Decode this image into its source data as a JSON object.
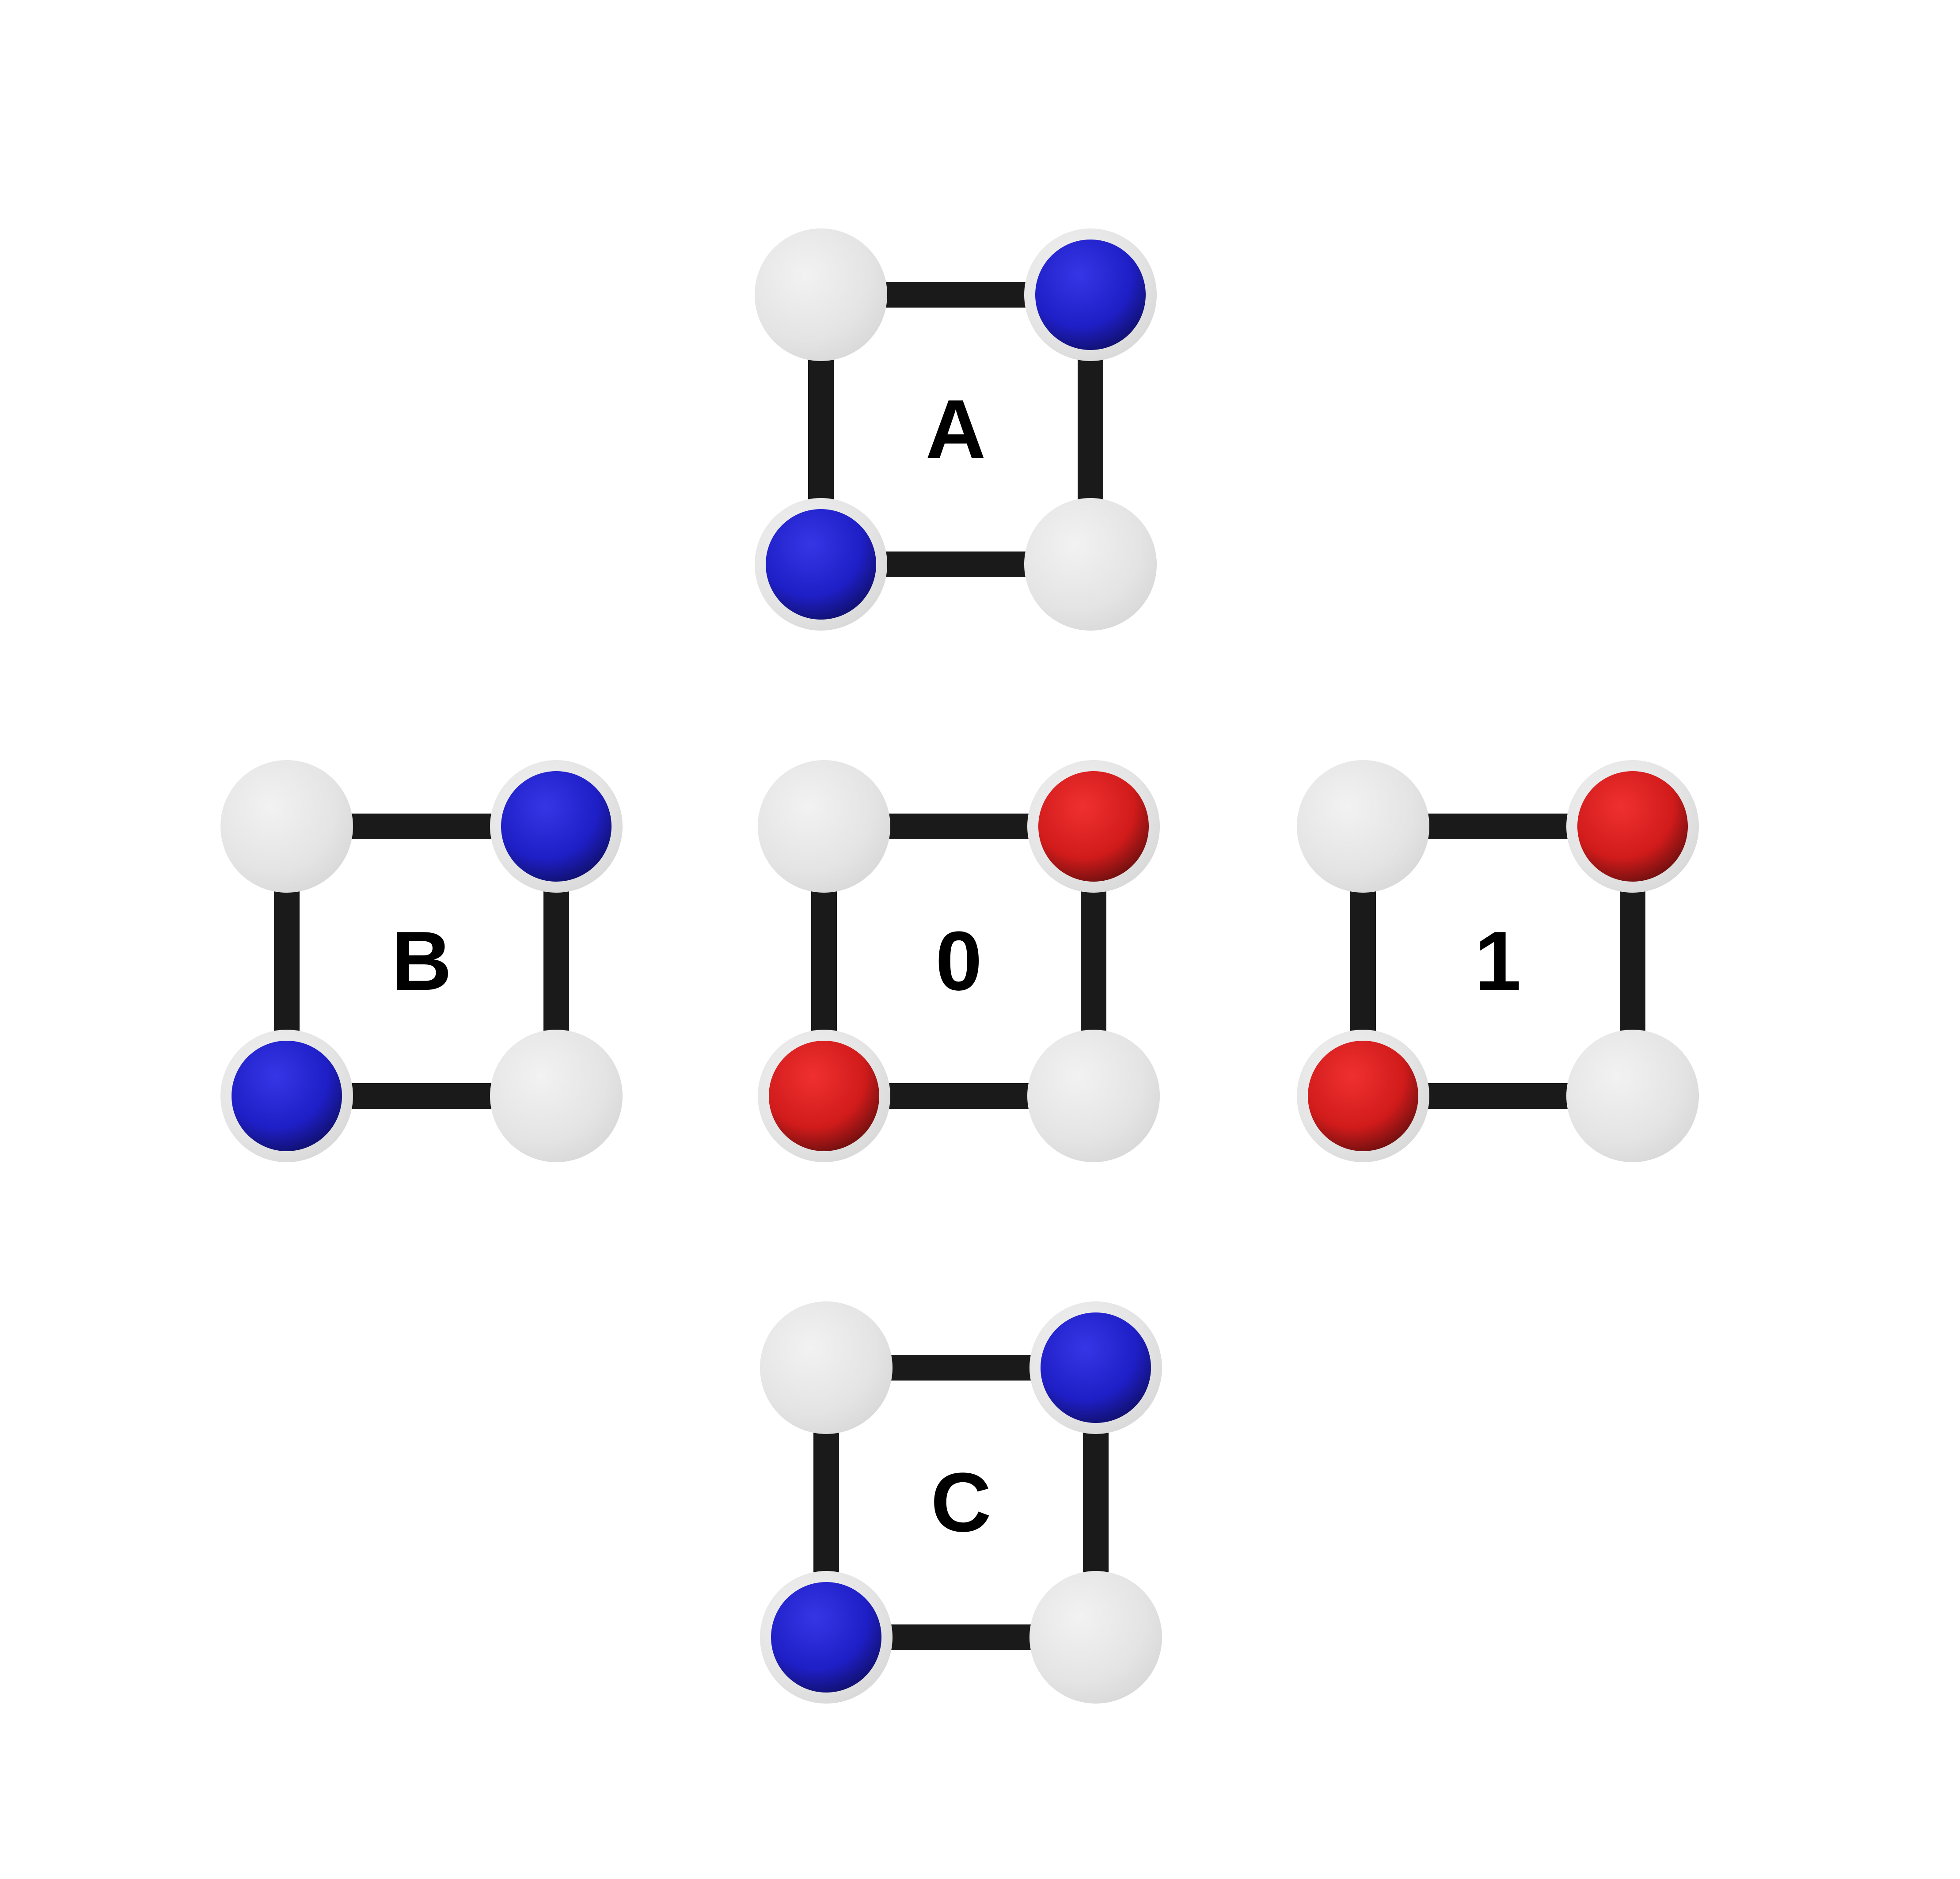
{
  "colors": {
    "background": "#ffffff",
    "bond": "#1a1a1a",
    "empty_site": "#e6e6e6",
    "blue_site": "#1f1fc7",
    "red_site": "#d11b1b"
  },
  "cells": [
    {
      "id": "A",
      "label": "A",
      "sites": {
        "top_left": "empty",
        "top_right": "blue",
        "bottom_left": "blue",
        "bottom_right": "empty"
      }
    },
    {
      "id": "B",
      "label": "B",
      "sites": {
        "top_left": "empty",
        "top_right": "blue",
        "bottom_left": "blue",
        "bottom_right": "empty"
      }
    },
    {
      "id": "0",
      "label": "0",
      "sites": {
        "top_left": "empty",
        "top_right": "red",
        "bottom_left": "red",
        "bottom_right": "empty"
      }
    },
    {
      "id": "1",
      "label": "1",
      "sites": {
        "top_left": "empty",
        "top_right": "red",
        "bottom_left": "red",
        "bottom_right": "empty"
      }
    },
    {
      "id": "C",
      "label": "C",
      "sites": {
        "top_left": "empty",
        "top_right": "blue",
        "bottom_left": "blue",
        "bottom_right": "empty"
      }
    }
  ]
}
